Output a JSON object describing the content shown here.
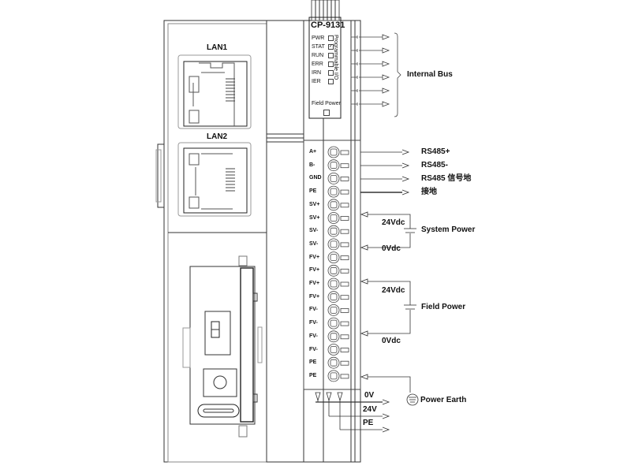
{
  "module": {
    "model": "CP-9131",
    "side_text": "Programmable I/O",
    "field_power_label": "Field Power"
  },
  "ports": {
    "lan1": "LAN1",
    "lan2": "LAN2"
  },
  "leds": [
    {
      "label": "PWR",
      "checked": false
    },
    {
      "label": "STAT",
      "checked": true
    },
    {
      "label": "RUN",
      "checked": false
    },
    {
      "label": "ERR",
      "checked": false
    },
    {
      "label": "IRN",
      "checked": false
    },
    {
      "label": "IER",
      "checked": false
    }
  ],
  "internal_bus": {
    "label": "Internal Bus",
    "arrow_count": 6
  },
  "terminals": [
    {
      "label": "A+"
    },
    {
      "label": "B-"
    },
    {
      "label": "GND"
    },
    {
      "label": "PE"
    },
    {
      "label": "SV+"
    },
    {
      "label": "SV+"
    },
    {
      "label": "SV-"
    },
    {
      "label": "SV-"
    },
    {
      "label": "FV+"
    },
    {
      "label": "FV+"
    },
    {
      "label": "FV+"
    },
    {
      "label": "FV+"
    },
    {
      "label": "FV-"
    },
    {
      "label": "FV-"
    },
    {
      "label": "FV-"
    },
    {
      "label": "FV-"
    },
    {
      "label": "PE"
    },
    {
      "label": "PE"
    }
  ],
  "signals": {
    "rs485_plus": "RS485+",
    "rs485_minus": "RS485-",
    "rs485_gnd": "RS485 信号地",
    "ground": "接地"
  },
  "system_power": {
    "label": "System Power",
    "positive": "24Vdc",
    "negative": "0Vdc"
  },
  "field_power": {
    "label": "Field Power",
    "positive": "24Vdc",
    "negative": "0Vdc"
  },
  "power_earth": {
    "label": "Power Earth"
  },
  "bus_outputs": [
    {
      "label": "0V"
    },
    {
      "label": "24V"
    },
    {
      "label": "PE"
    }
  ]
}
